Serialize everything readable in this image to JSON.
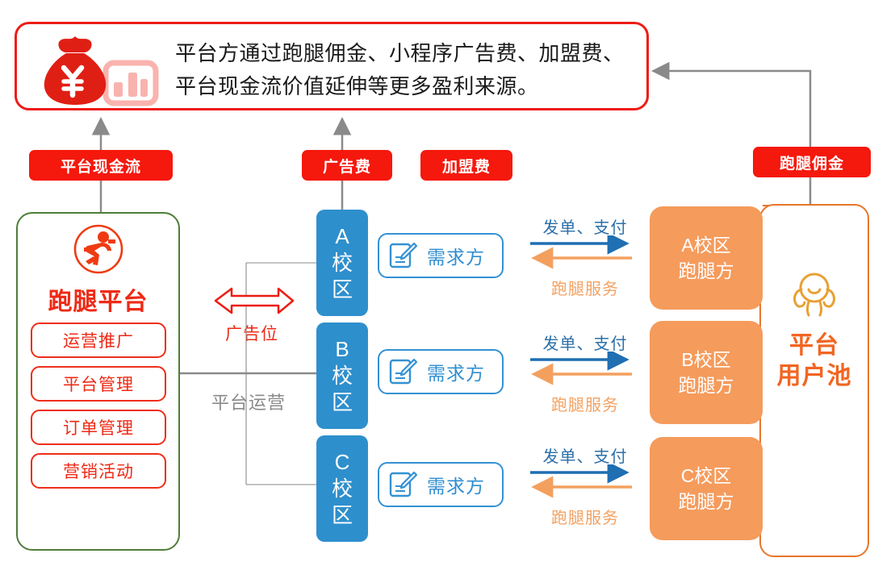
{
  "colors": {
    "red": "#f5180d",
    "red_text": "#ee2a16",
    "blue": "#2e8fcd",
    "blue_text": "#2f8ed0",
    "orange": "#f59b5c",
    "orange_text": "#f26522",
    "green_border": "#4e7d38",
    "gray_line": "#8a8a8a"
  },
  "banner": {
    "text": "平台方通过跑腿佣金、小程序广告费、加盟费、\n平台现金流价值延伸等更多盈利来源。",
    "icon": "money-bag-yuan-icon"
  },
  "badges": {
    "cashflow": "平台现金流",
    "ad_fee": "广告费",
    "join_fee": "加盟费",
    "commission": "跑腿佣金"
  },
  "platform": {
    "icon": "runner-circle-icon",
    "title": "跑腿平台",
    "items": [
      {
        "label": "运营推广"
      },
      {
        "label": "平台管理"
      },
      {
        "label": "订单管理"
      },
      {
        "label": "营销活动"
      }
    ]
  },
  "connector_labels": {
    "ad_slot": "广告位",
    "platform_operation": "平台运营"
  },
  "campuses": [
    {
      "code": "A",
      "suffix": "校区",
      "line1": "A",
      "line2": "校",
      "line3": "区"
    },
    {
      "code": "B",
      "suffix": "校区",
      "line1": "B",
      "line2": "校",
      "line3": "区"
    },
    {
      "code": "C",
      "suffix": "校区",
      "line1": "C",
      "line2": "校",
      "line3": "区"
    }
  ],
  "demand_cards": [
    {
      "label": "需求方",
      "icon": "document-edit-icon"
    },
    {
      "label": "需求方",
      "icon": "document-edit-icon"
    },
    {
      "label": "需求方",
      "icon": "document-edit-icon"
    }
  ],
  "exchanges": [
    {
      "forward": "发单、支付",
      "backward": "跑腿服务"
    },
    {
      "forward": "发单、支付",
      "backward": "跑腿服务"
    },
    {
      "forward": "发单、支付",
      "backward": "跑腿服务"
    }
  ],
  "runners": [
    {
      "line1": "A校区",
      "line2": "跑腿方"
    },
    {
      "line1": "B校区",
      "line2": "跑腿方"
    },
    {
      "line1": "C校区",
      "line2": "跑腿方"
    }
  ],
  "user_pool": {
    "icon": "people-group-icon",
    "line1": "平台",
    "line2": "用户池"
  }
}
